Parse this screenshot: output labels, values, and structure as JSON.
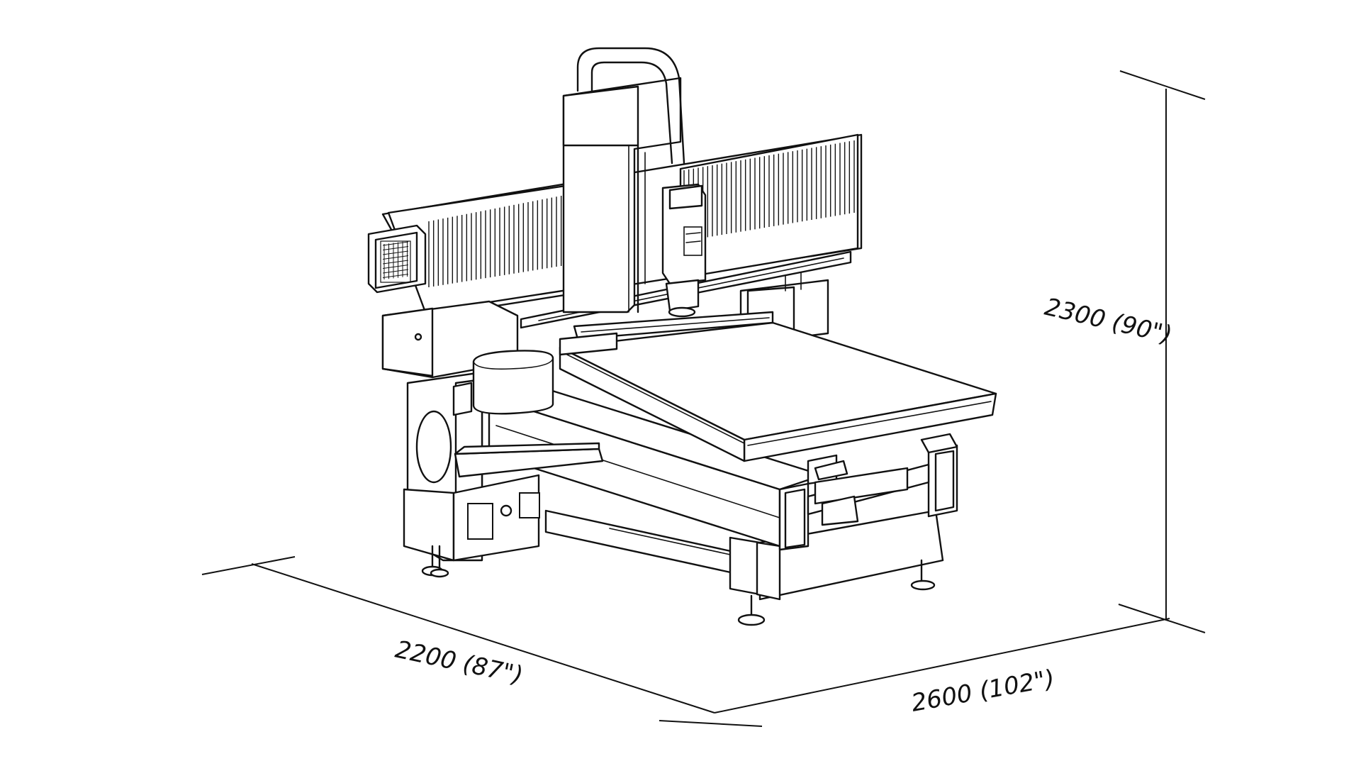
{
  "dimensions": {
    "height_label": "2300 (90\")",
    "depth_label": "2200 (87\")",
    "width_label": "2600 (102\")"
  },
  "colors": {
    "line": "#111111",
    "background": "#ffffff"
  }
}
